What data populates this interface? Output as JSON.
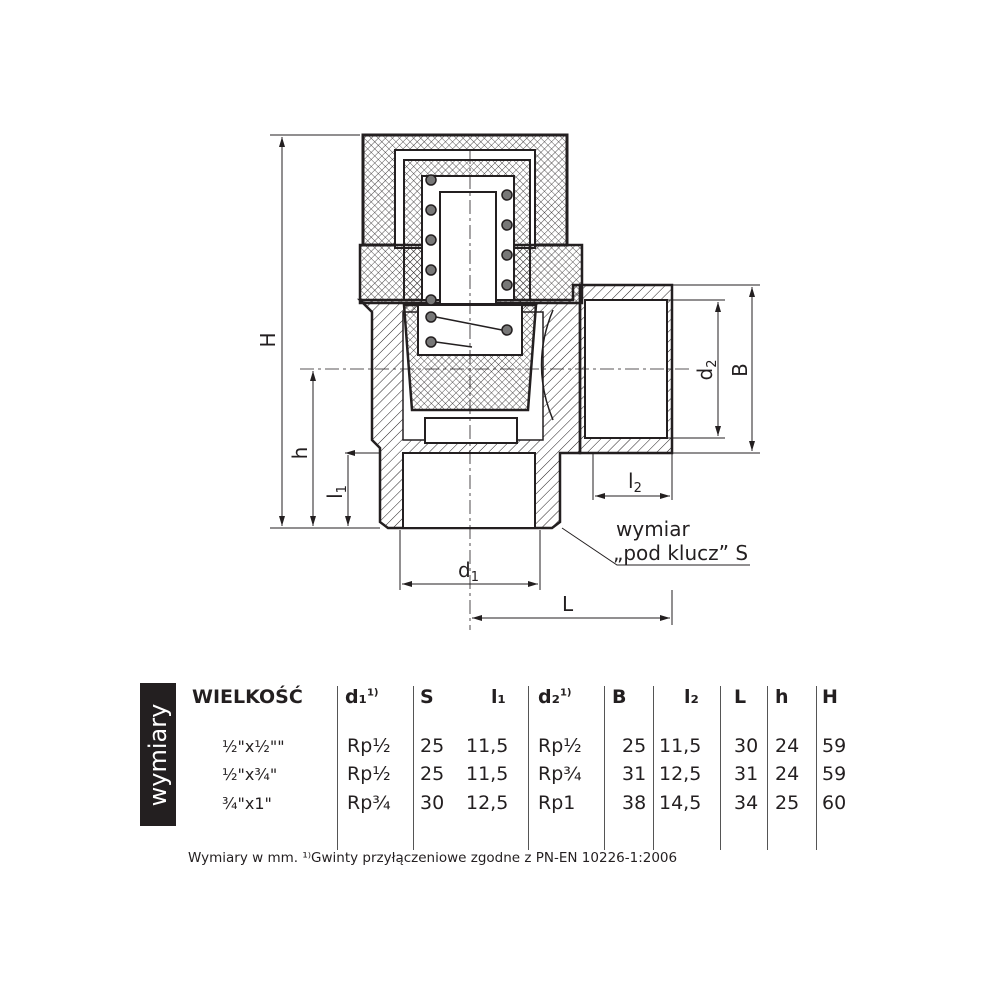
{
  "drawing": {
    "dim_H": "H",
    "dim_h": "h",
    "dim_l1": "l",
    "dim_l1_sub": "1",
    "dim_d1": "d",
    "dim_d1_sub": "1",
    "dim_L": "L",
    "dim_d2": "d",
    "dim_d2_sub": "2",
    "dim_B": "B",
    "dim_l2": "l",
    "dim_l2_sub": "2",
    "callout_line1": "wymiar",
    "callout_line2": "„pod klucz” S"
  },
  "table": {
    "side_label": "wymiary",
    "headers": [
      {
        "label": "WIELKOŚĆ",
        "sup": ""
      },
      {
        "label": "d₁",
        "sup": "1)"
      },
      {
        "label": "S",
        "sup": ""
      },
      {
        "label": "l₁",
        "sup": ""
      },
      {
        "label": "d₂",
        "sup": "1)"
      },
      {
        "label": "B",
        "sup": ""
      },
      {
        "label": "l₂",
        "sup": ""
      },
      {
        "label": "L",
        "sup": ""
      },
      {
        "label": "h",
        "sup": ""
      },
      {
        "label": "H",
        "sup": ""
      }
    ],
    "rows": [
      [
        "½\"x½\"\"",
        "Rp½",
        "25",
        "11,5",
        "Rp½",
        "25",
        "11,5",
        "30",
        "24",
        "59"
      ],
      [
        "½\"x¾\"",
        "Rp½",
        "25",
        "11,5",
        "Rp¾",
        "31",
        "12,5",
        "31",
        "24",
        "59"
      ],
      [
        "¾\"x1\"",
        "Rp¾",
        "30",
        "12,5",
        "Rp1",
        "38",
        "14,5",
        "34",
        "25",
        "60"
      ]
    ],
    "footnote": "Wymiary w mm. ¹⁾Gwinty przyłączeniowe zgodne z PN-EN 10226-1:2006"
  }
}
